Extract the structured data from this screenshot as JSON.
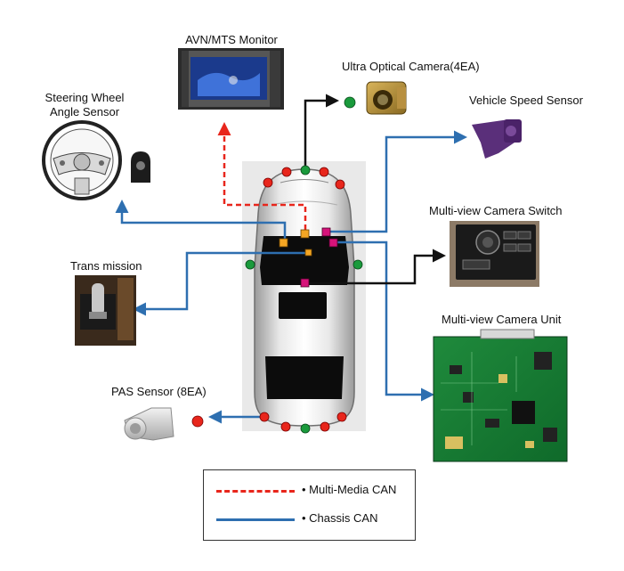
{
  "labels": {
    "avn_monitor": "AVN/MTS Monitor",
    "ultra_camera": "Ultra Optical Camera(4EA)",
    "steering_line1": "Steering Wheel",
    "steering_line2": "Angle Sensor",
    "vehicle_speed": "Vehicle Speed Sensor",
    "mv_switch": "Multi-view Camera Switch",
    "transmission": "Trans mission",
    "mv_unit": "Multi-view Camera Unit",
    "pas_sensor": "PAS Sensor (8EA)"
  },
  "legend": {
    "multimedia": "• Multi-Media CAN",
    "chassis": "• Chassis CAN"
  },
  "colors": {
    "chassis_can": "#2e6fb0",
    "multimedia_can": "#e8261c",
    "camera_link": "#111111",
    "red_dot": "#e8261c",
    "green_dot": "#1a9a3c",
    "orange_node": "#f5a623",
    "magenta_node": "#d6137a"
  }
}
